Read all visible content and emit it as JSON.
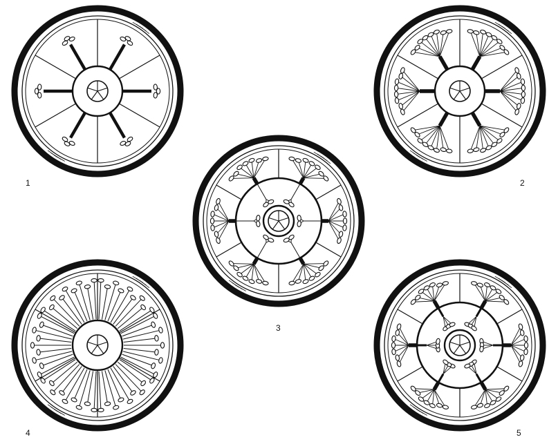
{
  "figure": {
    "panels": [
      {
        "label": "1",
        "sectors": 6,
        "hub": true,
        "inner_ring": false,
        "pattern": "single-stalk",
        "branches_per_sector": 1
      },
      {
        "label": "2",
        "sectors": 6,
        "hub": true,
        "inner_ring": false,
        "pattern": "tree",
        "branches_per_sector": 8
      },
      {
        "label": "3",
        "sectors": 6,
        "hub": true,
        "inner_ring": true,
        "pattern": "tree-plus-inner",
        "branches_per_sector": 7
      },
      {
        "label": "4",
        "sectors": 6,
        "hub": true,
        "inner_ring": false,
        "pattern": "radial-dense",
        "branches_per_sector": 9
      },
      {
        "label": "5",
        "sectors": 6,
        "hub": true,
        "inner_ring": true,
        "pattern": "tree-plus-inner-clusters",
        "branches_per_sector": 7
      }
    ],
    "colors": {
      "ink": "#111111",
      "paper": "#ffffff"
    }
  }
}
